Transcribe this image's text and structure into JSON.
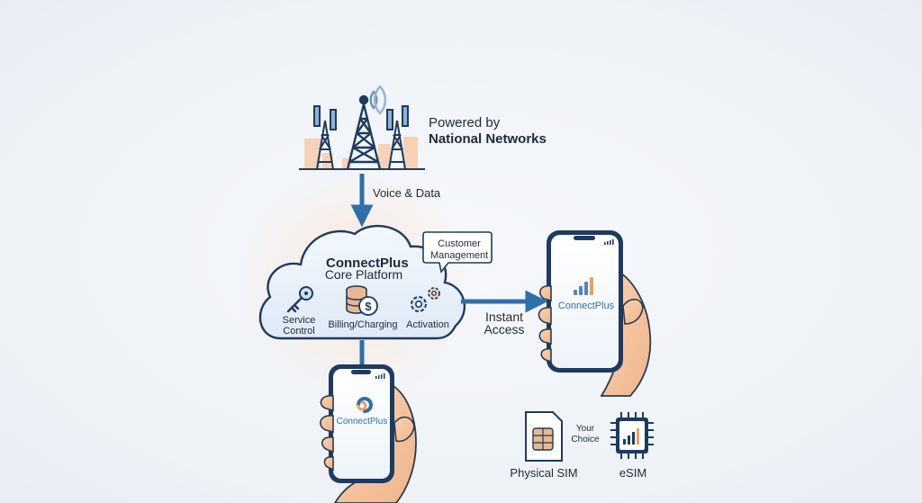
{
  "tower": {
    "label_line1": "Powered by",
    "label_line2": "National Networks"
  },
  "link_down": {
    "label": "Voice & Data"
  },
  "platform": {
    "brand": "ConnectPlus",
    "subtitle": "Core Platform",
    "callout": "Customer Management",
    "features": [
      {
        "label": "Service Control",
        "icon": "key-icon"
      },
      {
        "label": "Billing/Charging",
        "icon": "coins-icon"
      },
      {
        "label": "Activation",
        "icon": "gears-icon"
      }
    ]
  },
  "link_right": {
    "label": "Instant Access"
  },
  "phones": {
    "right_app_name": "ConnectPlus",
    "bottom_app_name": "ConnectPlus"
  },
  "sim": {
    "choice_label": "Your Choice",
    "physical_label": "Physical SIM",
    "esim_label": "eSIM"
  },
  "colors": {
    "navy": "#1e3a5f",
    "accent_blue": "#2f6fa8",
    "cloud_fill": "#eaf2fb",
    "warm_glow": "#fbe4d2",
    "skin": "#f6c8a3",
    "signal_orange": "#e9a15b"
  }
}
